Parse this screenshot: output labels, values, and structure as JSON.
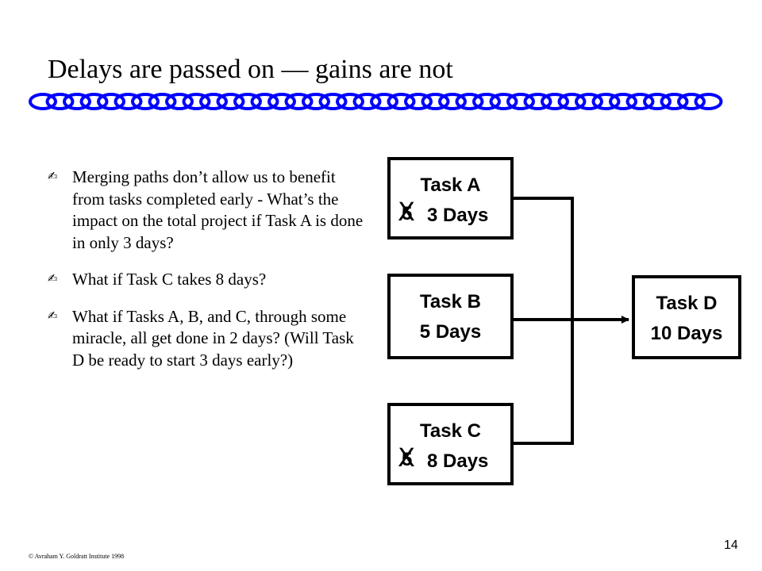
{
  "slide": {
    "title": "Delays are passed on — gains are not",
    "bullet_icon": "pen-nib-icon",
    "bullets": [
      "Merging paths don’t allow us to benefit from tasks completed early - What’s the impact on the total project if Task A is done in only 3 days?",
      "What if Task C takes 8 days?",
      "What if Tasks A, B, and C, through some miracle, all get done in 2 days? (Will Task D be ready to start 3 days early?)"
    ]
  },
  "tasks": {
    "a": {
      "name": "Task A",
      "original_duration": "5",
      "strike_mark": "X",
      "duration": "3 Days"
    },
    "b": {
      "name": "Task B",
      "duration": "5 Days"
    },
    "c": {
      "name": "Task C",
      "original_duration": "5",
      "strike_mark": "X",
      "duration": "8 Days"
    },
    "d": {
      "name": "Task D",
      "duration": "10 Days"
    }
  },
  "footer": {
    "copyright": "© Avraham Y. Goldratt Institute 1998",
    "page_number": "14"
  },
  "colors": {
    "chain": "#0000ff",
    "ink": "#000000",
    "background": "#ffffff"
  }
}
